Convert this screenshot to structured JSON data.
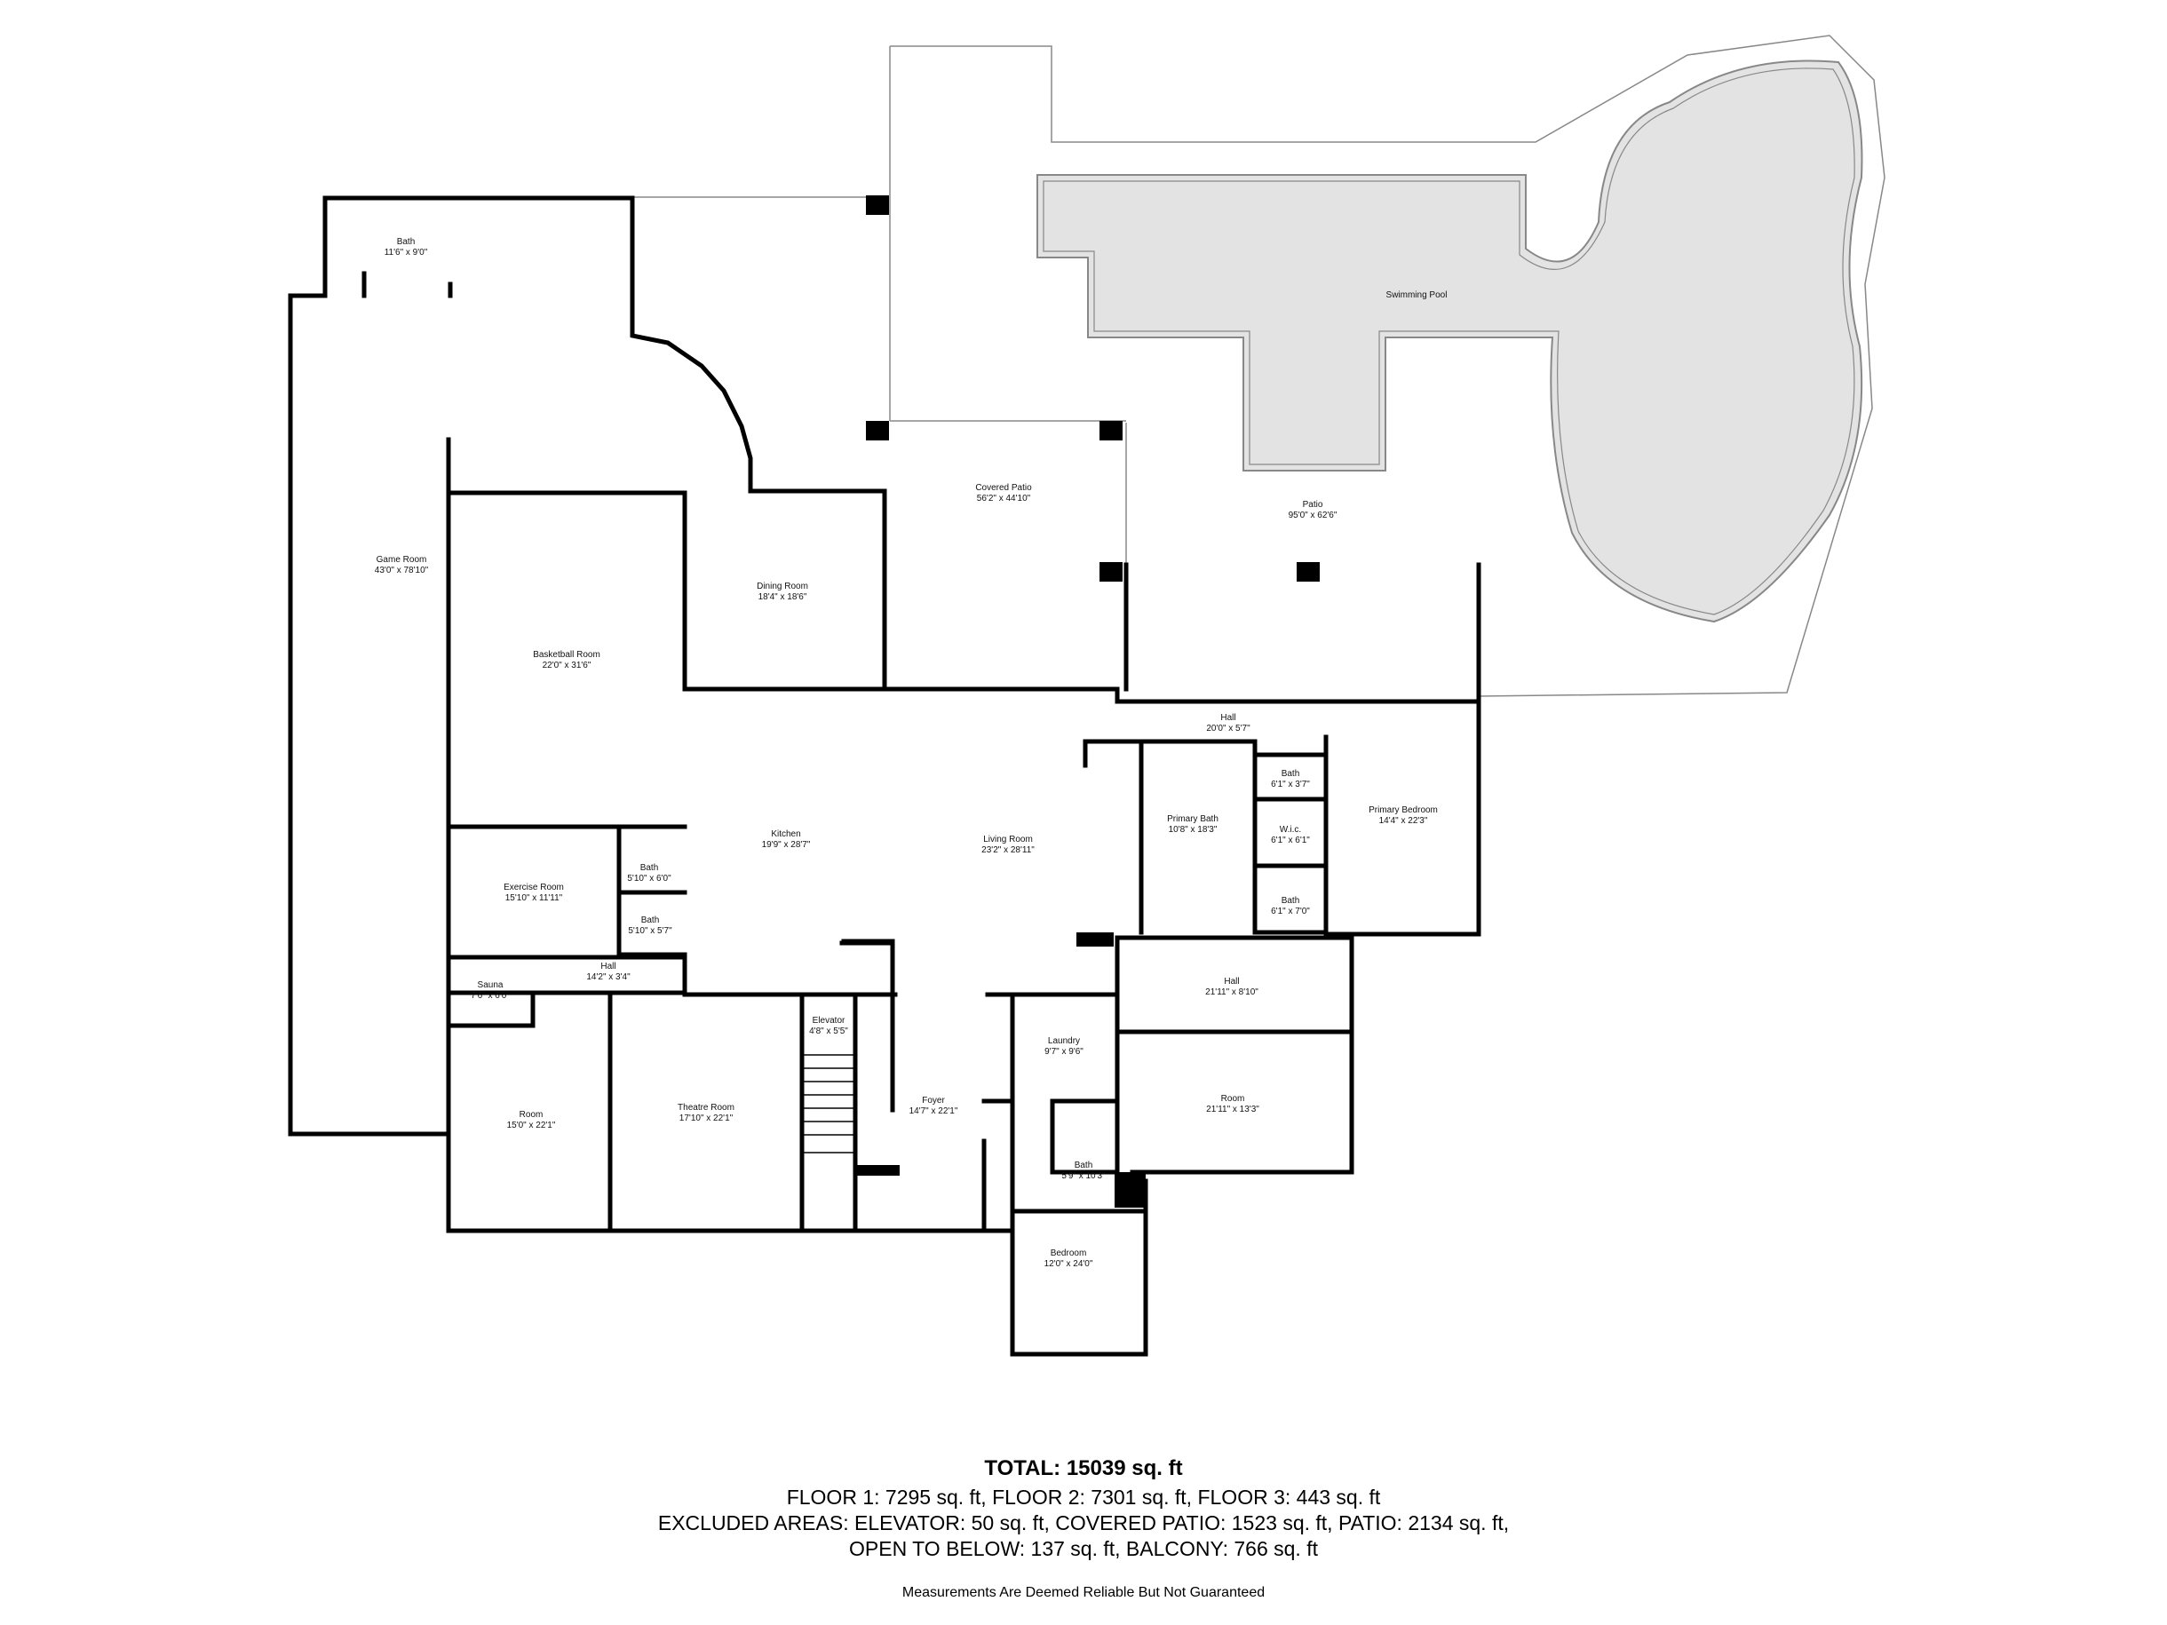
{
  "rooms": {
    "bath_top": {
      "name": "Bath",
      "dims": "11'6\" x 9'0\""
    },
    "game_room": {
      "name": "Game Room",
      "dims": "43'0\" x 78'10\""
    },
    "basketball_room": {
      "name": "Basketball Room",
      "dims": "22'0\" x 31'6\""
    },
    "dining_room": {
      "name": "Dining Room",
      "dims": "18'4\" x 18'6\""
    },
    "covered_patio": {
      "name": "Covered Patio",
      "dims": "56'2\" x 44'10\""
    },
    "swimming_pool": {
      "name": "Swimming Pool",
      "dims": ""
    },
    "patio": {
      "name": "Patio",
      "dims": "95'0\" x 62'6\""
    },
    "hall_upper": {
      "name": "Hall",
      "dims": "20'0\" x 5'7\""
    },
    "kitchen": {
      "name": "Kitchen",
      "dims": "19'9\" x 28'7\""
    },
    "living_room": {
      "name": "Living Room",
      "dims": "23'2\" x 28'11\""
    },
    "primary_bath": {
      "name": "Primary Bath",
      "dims": "10'8\" x 18'3\""
    },
    "bath_3_7": {
      "name": "Bath",
      "dims": "6'1\" x 3'7\""
    },
    "wic": {
      "name": "W.i.c.",
      "dims": "6'1\" x 6'1\""
    },
    "bath_7_0": {
      "name": "Bath",
      "dims": "6'1\" x 7'0\""
    },
    "primary_bedroom": {
      "name": "Primary Bedroom",
      "dims": "14'4\" x 22'3\""
    },
    "exercise_room": {
      "name": "Exercise Room",
      "dims": "15'10\" x 11'11\""
    },
    "bath_6_0": {
      "name": "Bath",
      "dims": "5'10\" x 6'0\""
    },
    "bath_5_7": {
      "name": "Bath",
      "dims": "5'10\" x 5'7\""
    },
    "sauna": {
      "name": "Sauna",
      "dims": "7'6\" x 6'0\""
    },
    "hall_small": {
      "name": "Hall",
      "dims": "14'2\" x 3'4\""
    },
    "elevator": {
      "name": "Elevator",
      "dims": "4'8\" x 5'5\""
    },
    "hall_right": {
      "name": "Hall",
      "dims": "21'11\" x 8'10\""
    },
    "laundry": {
      "name": "Laundry",
      "dims": "9'7\" x 9'6\""
    },
    "room_left": {
      "name": "Room",
      "dims": "15'0\" x 22'1\""
    },
    "theatre_room": {
      "name": "Theatre Room",
      "dims": "17'10\" x 22'1\""
    },
    "foyer": {
      "name": "Foyer",
      "dims": "14'7\" x 22'1\""
    },
    "room_right": {
      "name": "Room",
      "dims": "21'11\" x 13'3\""
    },
    "bath_10_3": {
      "name": "Bath",
      "dims": "5'9\" x 10'3\""
    },
    "bedroom": {
      "name": "Bedroom",
      "dims": "12'0\" x 24'0\""
    }
  },
  "summary": {
    "total": "TOTAL: 15039 sq. ft",
    "line1": "FLOOR 1: 7295 sq. ft, FLOOR 2: 7301 sq. ft, FLOOR 3: 443 sq. ft",
    "line2": "EXCLUDED AREAS: ELEVATOR: 50 sq. ft, COVERED PATIO: 1523 sq. ft, PATIO: 2134 sq. ft,",
    "line3": "OPEN TO BELOW: 137 sq. ft, BALCONY: 766 sq. ft",
    "disclaimer": "Measurements Are Deemed Reliable But Not Guaranteed"
  },
  "colors": {
    "wall": "#000000",
    "pool_fill": "#e3e3e3",
    "thin_line": "#888888"
  }
}
